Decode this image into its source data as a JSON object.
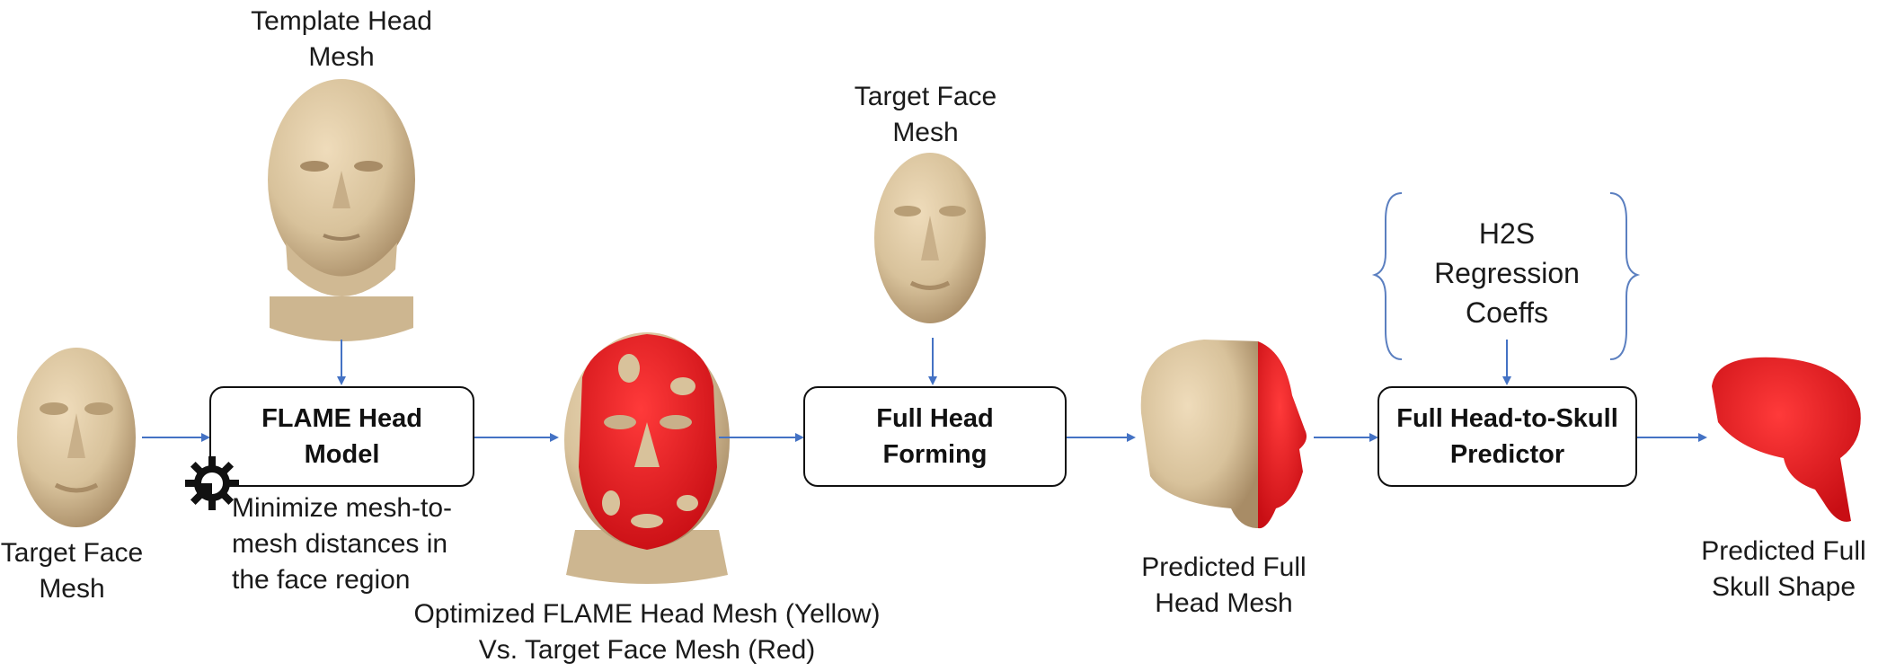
{
  "labels": {
    "template_head": [
      "Template Head",
      "Mesh"
    ],
    "target_face_left": [
      "Target Face",
      "Mesh"
    ],
    "target_face_top": [
      "Target Face",
      "Mesh"
    ],
    "optimized": [
      "Optimized FLAME Head Mesh (Yellow)",
      "Vs. Target Face Mesh (Red)"
    ],
    "predicted_head": [
      "Predicted Full",
      "Head Mesh"
    ],
    "predicted_skull": [
      "Predicted Full",
      "Skull Shape"
    ],
    "minimize": [
      "Minimize mesh-to-",
      "mesh  distances  in",
      "the face region"
    ],
    "h2s": [
      "H2S",
      "Regression",
      "Coeffs"
    ]
  },
  "boxes": {
    "flame": [
      "FLAME Head",
      "Model"
    ],
    "forming": [
      "Full Head",
      "Forming"
    ],
    "predictor": [
      "Full Head-to-Skull",
      "Predictor"
    ]
  },
  "colors": {
    "skin": "#dcc6a0",
    "skin_shadow": "#a88c66",
    "red_overlay": "#e8121a",
    "arrow": "#4472c4",
    "gear": "#111111"
  },
  "icons": [
    "gear-icon"
  ]
}
